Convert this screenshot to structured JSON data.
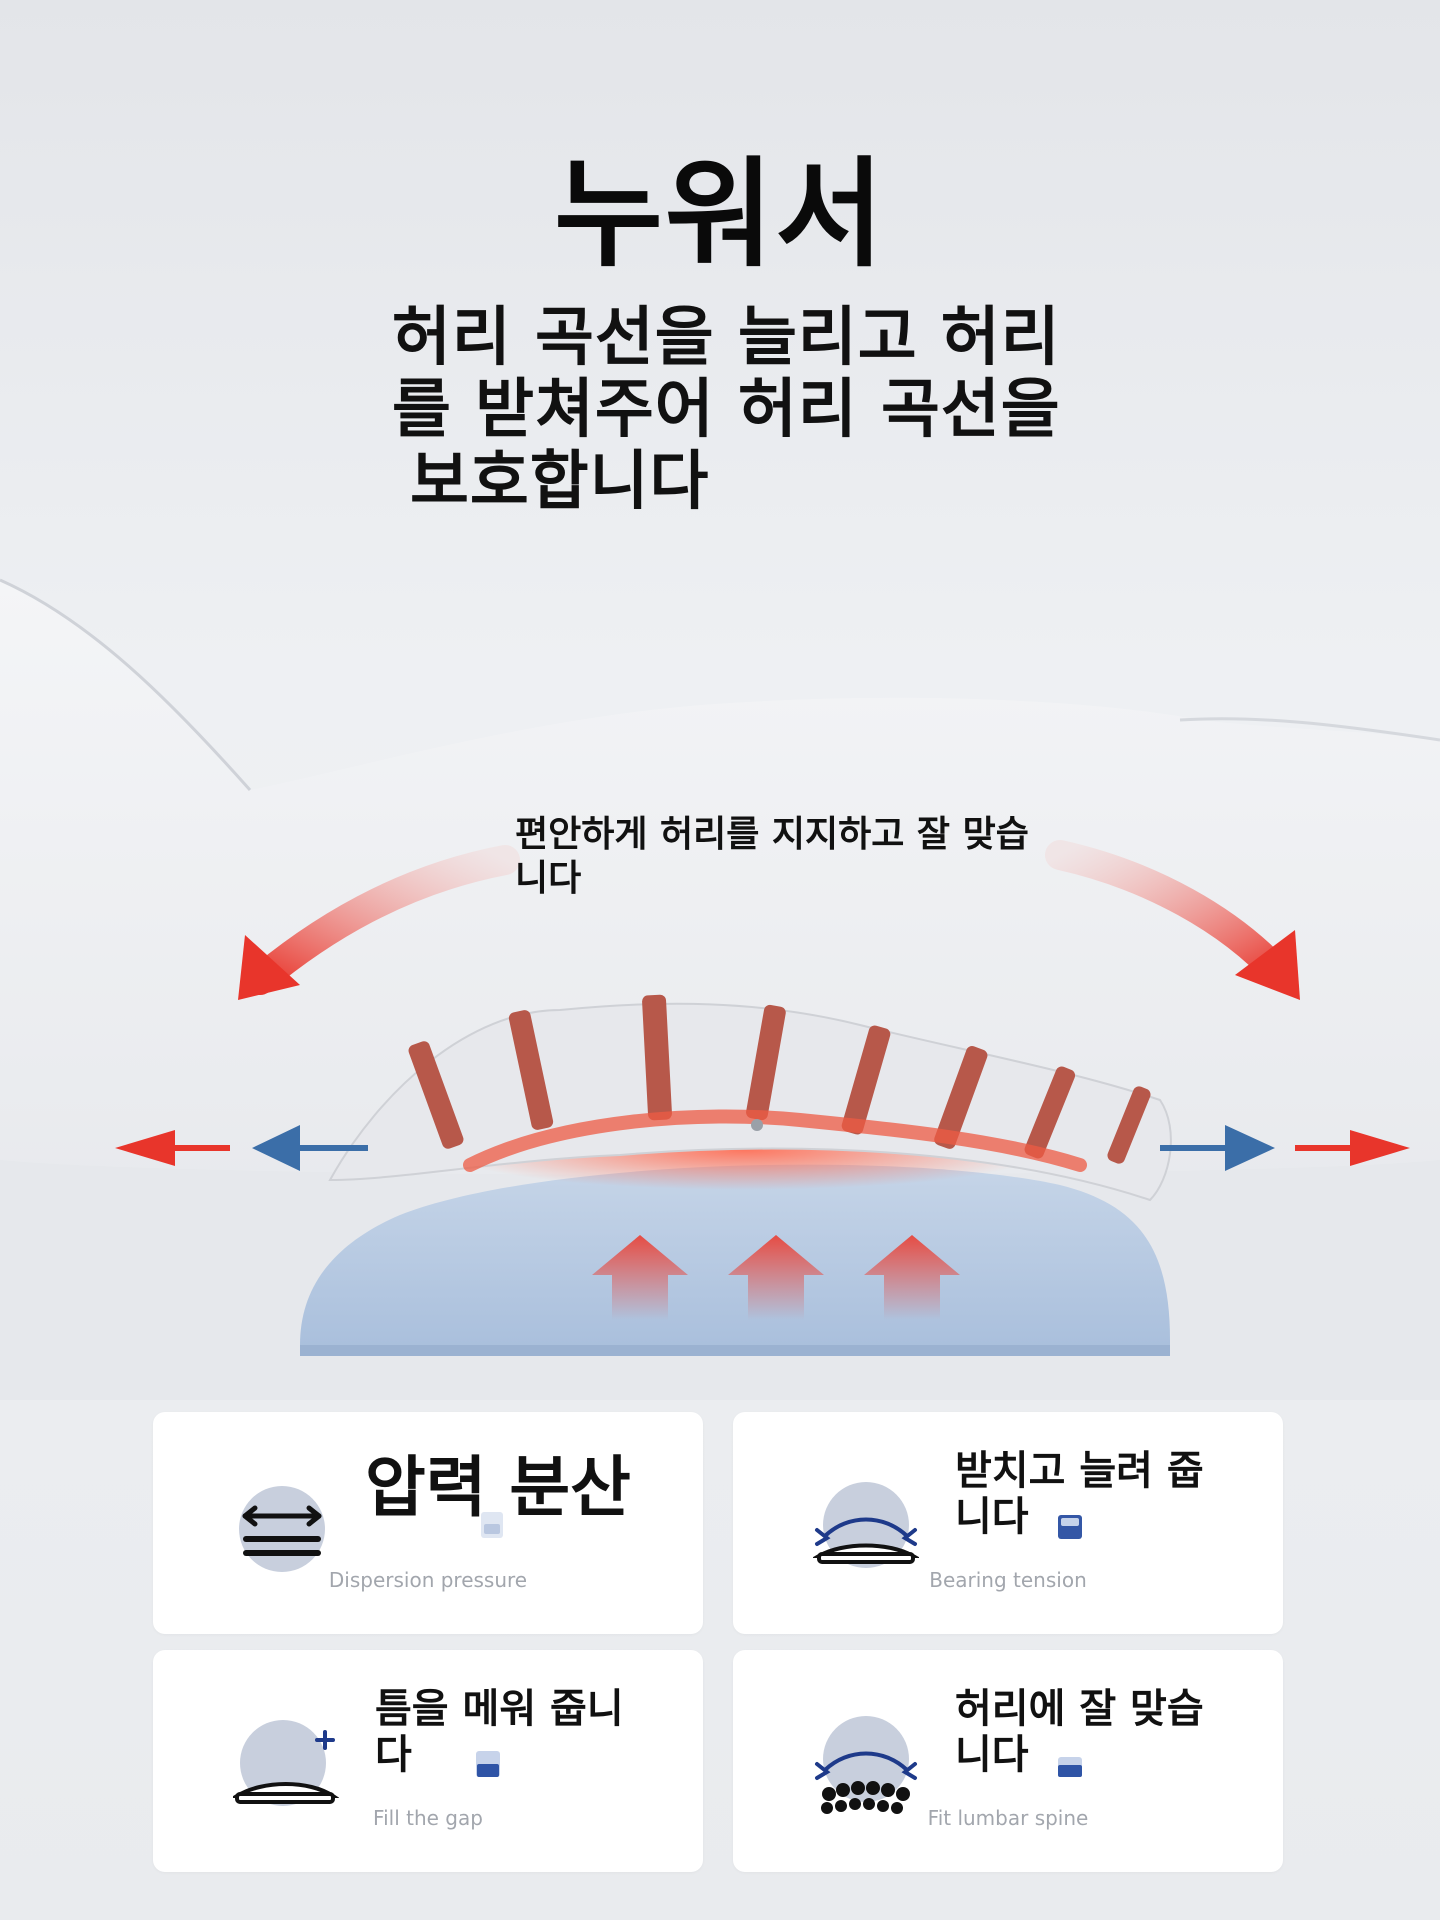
{
  "title": "누워서",
  "subtitle": {
    "lines": [
      "허리 곡선을 늘리고 허리",
      "를 받쳐주어 허리 곡선을",
      "보호합니다"
    ]
  },
  "support_text": {
    "lines": [
      "편안하게 허리를 지지하고 잘 맞습",
      "니다"
    ]
  },
  "features": [
    {
      "heading_lines": [
        "압력 분산"
      ],
      "caption": "Dispersion pressure",
      "icon": "pressure-dispersion-icon"
    },
    {
      "heading_lines": [
        "받치고 늘려 줍",
        "니다"
      ],
      "caption": "Bearing tension",
      "icon": "bearing-tension-icon"
    },
    {
      "heading_lines": [
        "틈을 메워 줍니",
        "다"
      ],
      "caption": "Fill the gap",
      "icon": "fill-gap-icon"
    },
    {
      "heading_lines": [
        "허리에 잘 맞습",
        "니다"
      ],
      "caption": "Fit lumbar spine",
      "icon": "fit-lumbar-icon"
    }
  ],
  "colors": {
    "arrow_red": "#e8352b",
    "arrow_blue": "#3b6ea8",
    "pillow": "#b4c7df",
    "icon_circle": "#c8cfdd",
    "accent_navy": "#1e3a8a"
  }
}
